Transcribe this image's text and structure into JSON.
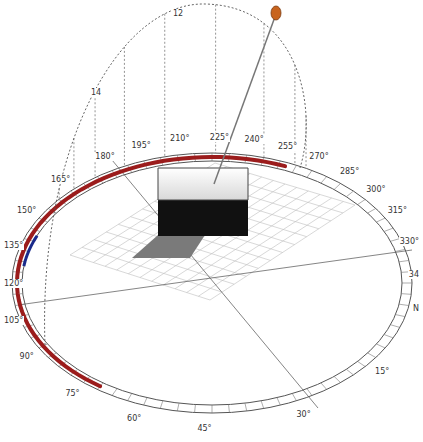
{
  "diagram": {
    "labels": [
      "300°",
      "315°",
      "330°",
      "34",
      "N",
      "15°",
      "30°",
      "45°",
      "60°",
      "75°",
      "90°",
      "105°",
      "120°",
      "135°",
      "150°",
      "165°",
      "180°",
      "195°",
      "210°",
      "225°",
      "240°",
      "255°",
      "270°",
      "285°",
      "12",
      "14"
    ]
  }
}
